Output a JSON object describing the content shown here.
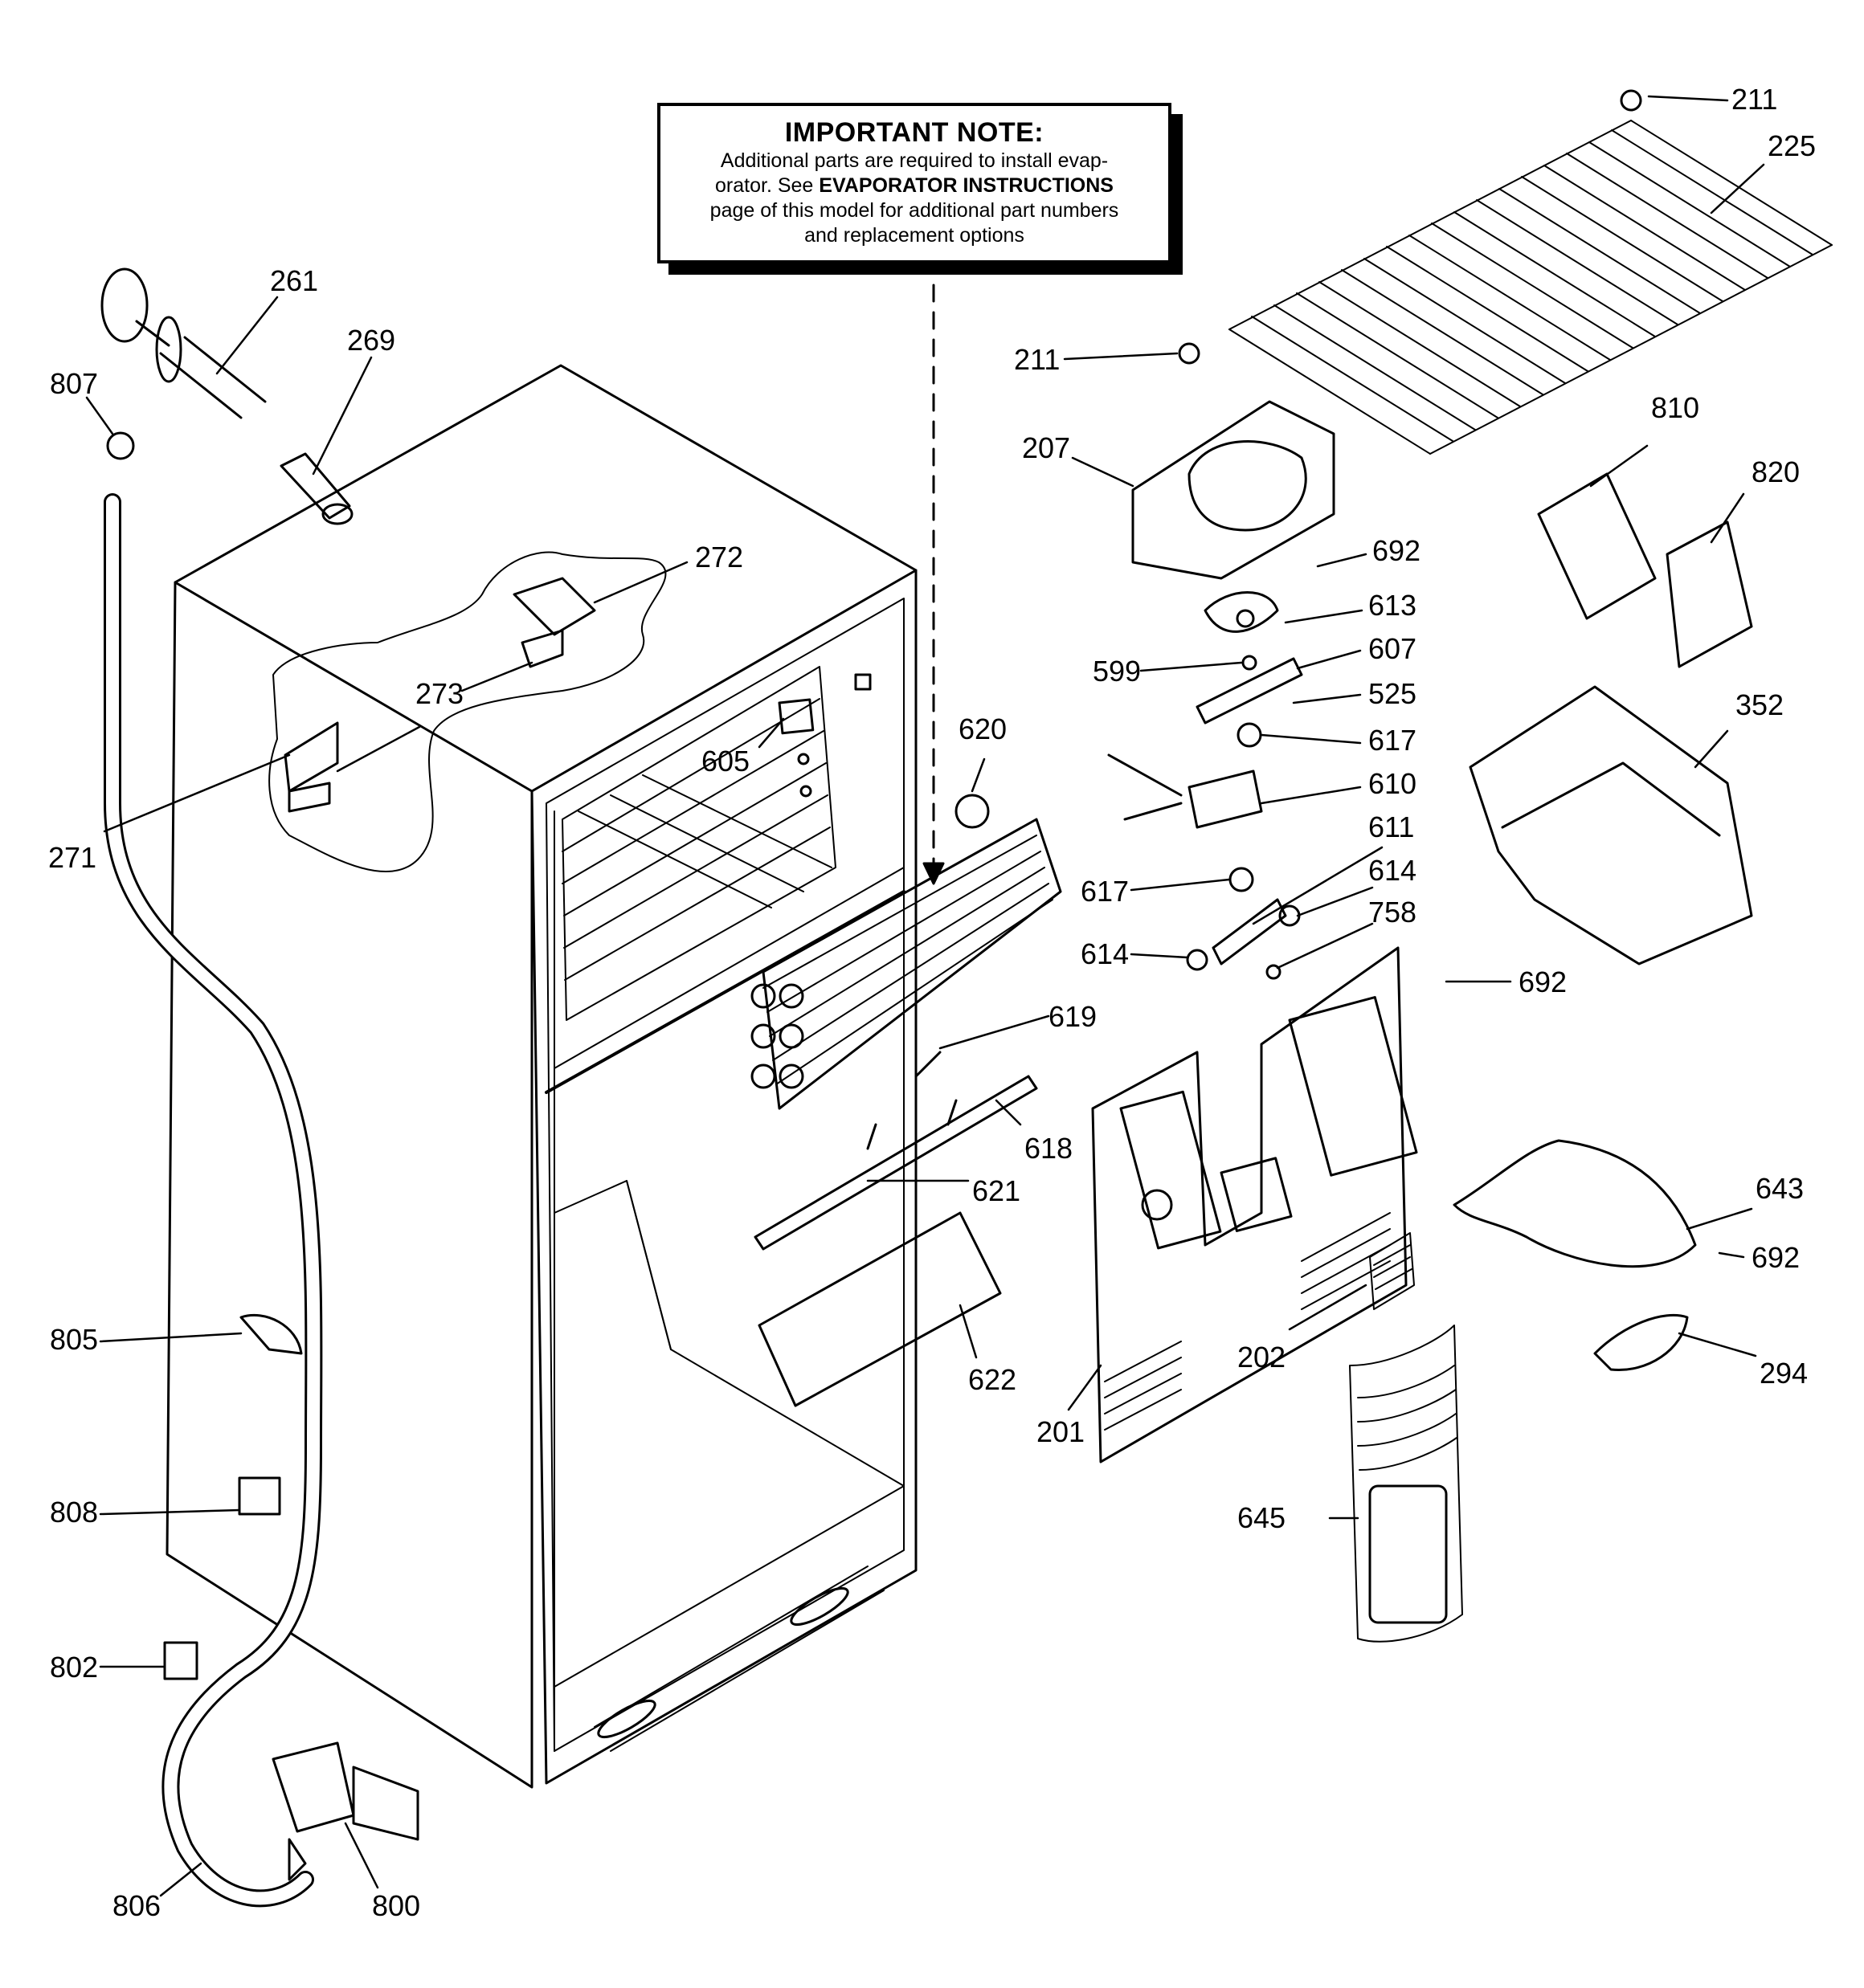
{
  "note": {
    "title": "IMPORTANT NOTE:",
    "line1": "Additional parts are required to install evap-",
    "line2_prefix": "orator.  See ",
    "line2_bold": "EVAPORATOR INSTRUCTIONS",
    "line3": "page of this model for additional part numbers",
    "line4": "and replacement options"
  },
  "callouts": {
    "c211a": "211",
    "c225": "225",
    "c211b": "211",
    "c261": "261",
    "c269": "269",
    "c807": "807",
    "c272": "272",
    "c273": "273",
    "c271": "271",
    "c605": "605",
    "c207": "207",
    "c692a": "692",
    "c613": "613",
    "c599": "599",
    "c607": "607",
    "c525": "525",
    "c617a": "617",
    "c610": "610",
    "c620": "620",
    "c611": "611",
    "c617b": "617",
    "c614a": "614",
    "c614b": "614",
    "c758": "758",
    "c692b": "692",
    "c810": "810",
    "c820": "820",
    "c352": "352",
    "c619": "619",
    "c618": "618",
    "c621": "621",
    "c622": "622",
    "c643": "643",
    "c692c": "692",
    "c294": "294",
    "c202": "202",
    "c201": "201",
    "c645": "645",
    "c805": "805",
    "c808": "808",
    "c802": "802",
    "c806": "806",
    "c800": "800"
  }
}
